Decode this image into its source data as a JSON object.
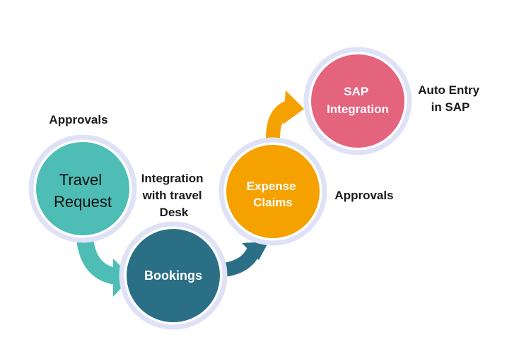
{
  "nodes": [
    {
      "id": "travel",
      "lines": [
        "Travel",
        "Request"
      ],
      "color": "#4dbdb5",
      "text_color": "#111111"
    },
    {
      "id": "bookings",
      "lines": [
        "Bookings"
      ],
      "color": "#2b6f87",
      "text_color": "#ffffff"
    },
    {
      "id": "expense",
      "lines": [
        "Expense",
        "Claims"
      ],
      "color": "#f5a100",
      "text_color": "#ffffff"
    },
    {
      "id": "sap",
      "lines": [
        "SAP",
        "Integration"
      ],
      "color": "#e4637d",
      "text_color": "#ffffff"
    }
  ],
  "annotations": {
    "approvals_top": "Approvals",
    "integration_desk": [
      "Integration",
      "with travel",
      "Desk"
    ],
    "approvals_right": "Approvals",
    "auto_entry": [
      "Auto Entry",
      "in SAP"
    ]
  },
  "ring_color": "#dfe2f6"
}
